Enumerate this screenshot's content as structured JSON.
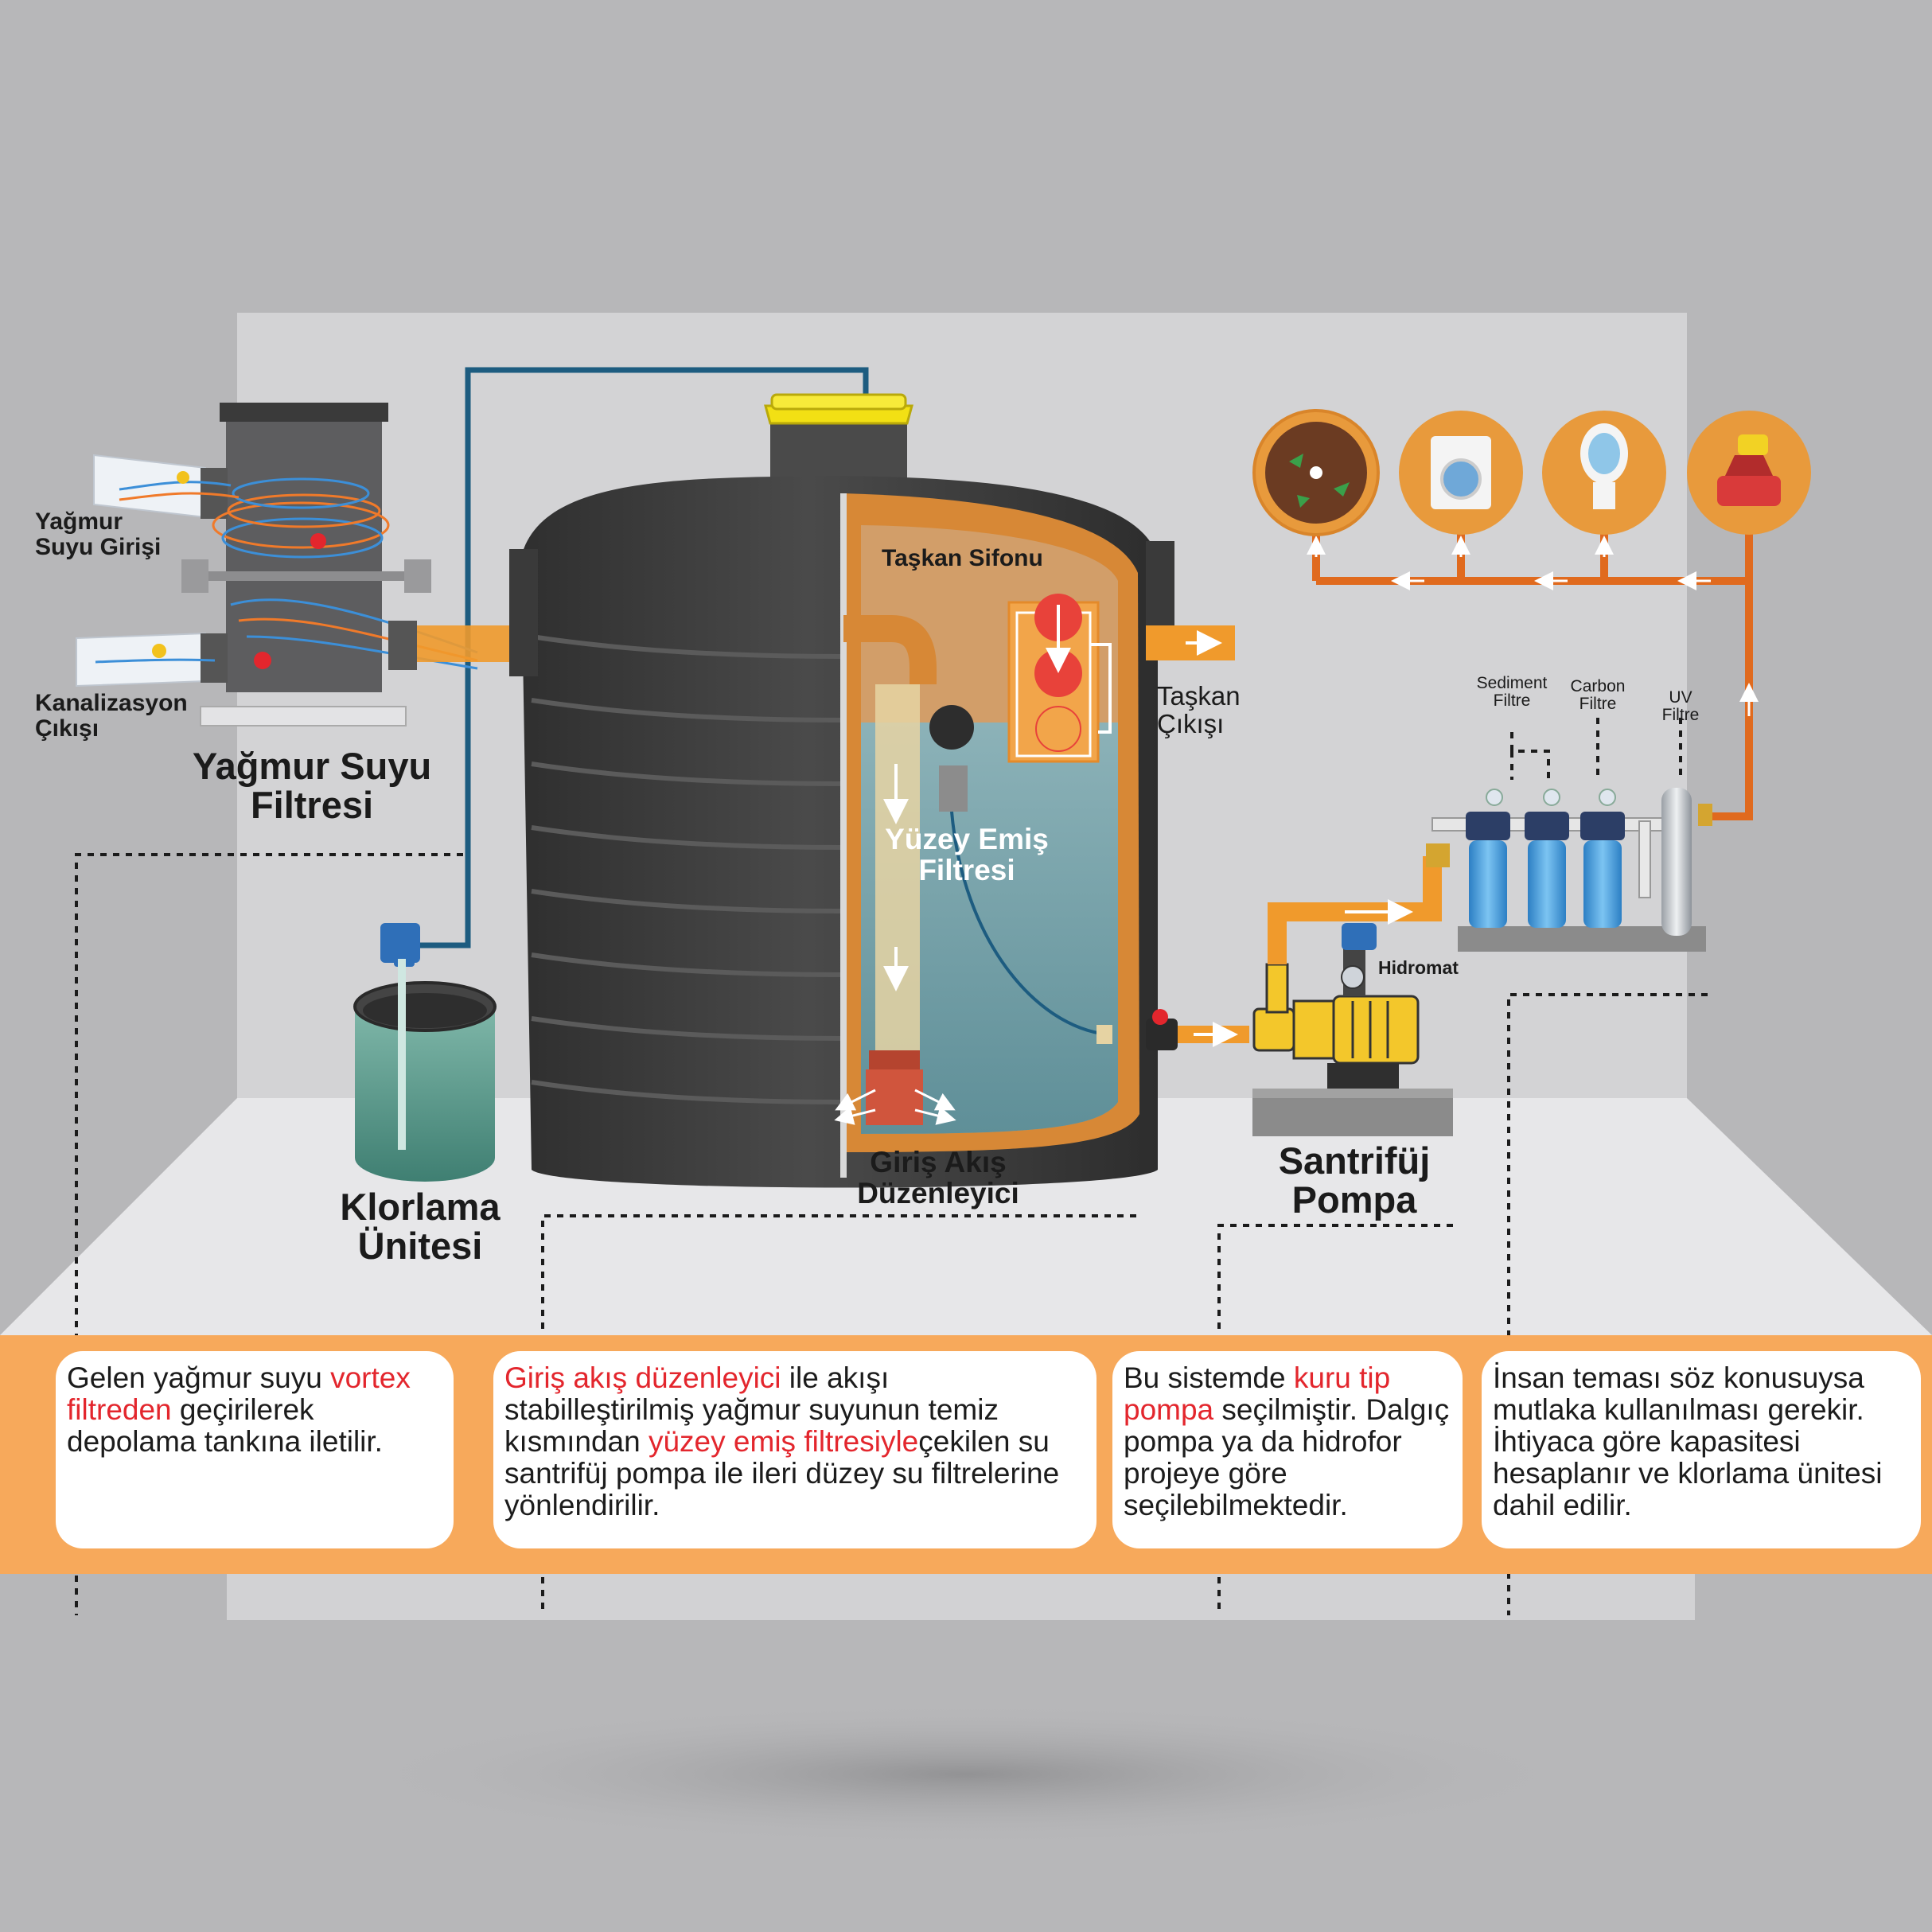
{
  "colors": {
    "background": "#b7b7b9",
    "room_wall": "#d3d3d5",
    "floor": "#e6e6e8",
    "tank_body": "#3d3d3d",
    "tank_inner": "#d78836",
    "water": "#7fa6ad",
    "pipe_blue": "#1d5c80",
    "pipe_orange": "#f09a2c",
    "band_orange": "#f7a95b",
    "highlight_red": "#e3262d",
    "cap_yellow": "#f2e014",
    "filter_blue": "#4aa3e0"
  },
  "labels": {
    "rain_filter_title": [
      "Yağmur Suyu",
      "Filtresi"
    ],
    "rain_inlet": [
      "Yağmur",
      "Suyu Girişi"
    ],
    "sewer_outlet": [
      "Kanalizasyon",
      "Çıkışı"
    ],
    "chlorination": [
      "Klorlama",
      "Ünitesi"
    ],
    "overflow_siphon": "Taşkan Sifonu",
    "overflow_outlet": [
      "Taşkan",
      "Çıkışı"
    ],
    "surface_filter": [
      "Yüzey Emiş",
      "Filtresi"
    ],
    "inlet_regulator": [
      "Giriş Akış",
      "Düzenleyici"
    ],
    "pump": [
      "Santrifüj",
      "Pompa"
    ],
    "hydromat": "Hidromat",
    "sediment_filter": [
      "Sediment",
      "Filtre"
    ],
    "carbon_filter": [
      "Carbon",
      "Filtre"
    ],
    "uv_filter": [
      "UV",
      "Filtre"
    ]
  },
  "usage_icons": [
    "plant-irrigation-icon",
    "washing-machine-icon",
    "toilet-icon",
    "car-wash-icon"
  ],
  "cards": [
    {
      "parts": [
        {
          "text": "Gelen yağmur suyu ",
          "hl": false
        },
        {
          "text": "vortex filtreden",
          "hl": true
        },
        {
          "text": " geçirilerek depolama tankına iletilir.",
          "hl": false
        }
      ]
    },
    {
      "parts": [
        {
          "text": "Giriş akış düzenleyici",
          "hl": true
        },
        {
          "text": " ile akışı stabilleştirilmiş yağmur suyunun temiz kısmından ",
          "hl": false
        },
        {
          "text": "yüzey emiş filtresiyle",
          "hl": true
        },
        {
          "text": "çekilen su santrifüj pompa ile ileri düzey su filtrelerine yönlendirilir.",
          "hl": false
        }
      ]
    },
    {
      "parts": [
        {
          "text": "Bu sistemde ",
          "hl": false
        },
        {
          "text": "kuru tip pompa",
          "hl": true
        },
        {
          "text": " seçilmiştir. Dalgıç pompa ya da hidrofor projeye göre seçilebilmektedir.",
          "hl": false
        }
      ]
    },
    {
      "parts": [
        {
          "text": "İnsan teması söz konusuysa mutlaka kullanılması gerekir. İhtiyaca göre kapasitesi hesaplanır ve klorlama ünitesi dahil edilir.",
          "hl": false
        }
      ]
    }
  ]
}
